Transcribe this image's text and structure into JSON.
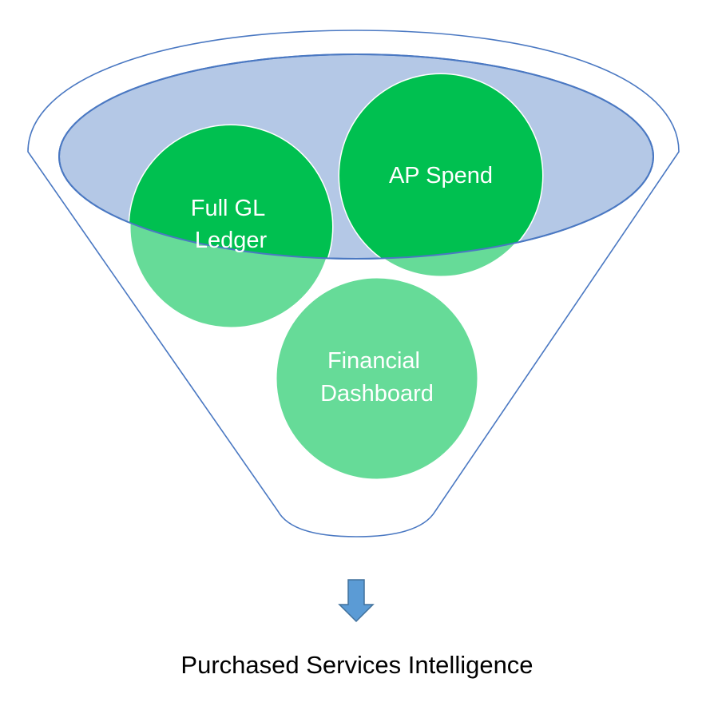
{
  "diagram": {
    "inputs": [
      {
        "lines": [
          "Full GL",
          "Ledger"
        ]
      },
      {
        "lines": [
          "AP Spend"
        ]
      },
      {
        "lines": [
          "Financial",
          "Dashboard"
        ]
      }
    ],
    "output": "Purchased Services Intelligence"
  },
  "colors": {
    "funnel_outline": "#4a78c2",
    "funnel_mouth_fill": "#b4c8e6",
    "circle_solid": "#00c050",
    "circle_light": "#66db98",
    "arrow_fill": "#5b9bd5",
    "arrow_stroke": "#41719c",
    "label_text": "#ffffff"
  }
}
